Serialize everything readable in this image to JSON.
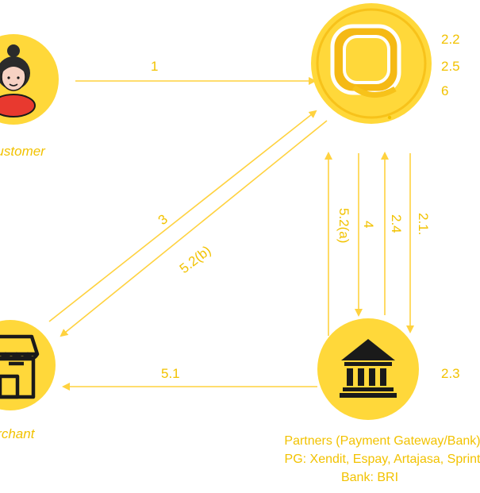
{
  "colors": {
    "accent": "#ffd23f",
    "circle_fill": "#ffd83a",
    "label": "#f2c200",
    "icon_dark": "#1a1a1a",
    "customer_shirt": "#e8392f",
    "platform_ring": "#f7c21a"
  },
  "nodes": {
    "customer": {
      "label": "Customer",
      "icon": "customer-avatar-icon"
    },
    "platform": {
      "icon": "platform-logo-icon",
      "steps": [
        "2.2",
        "2.5",
        "6"
      ]
    },
    "merchant": {
      "label": "Merchant",
      "icon": "storefront-icon"
    },
    "partners": {
      "icon": "bank-icon",
      "step": "2.3",
      "caption": [
        "Partners (Payment Gateway/Bank)",
        "PG: Xendit, Espay, Artajasa, Sprint",
        "Bank: BRI"
      ]
    }
  },
  "edges": {
    "customer_to_platform": "1",
    "merchant_to_platform": "3",
    "platform_to_merchant": "5.2(b)",
    "platform_to_partner_a": "5.2(a)",
    "platform_to_partner_4": "4",
    "partner_to_platform": "2.4",
    "platform_to_partner_21": "2.1.",
    "partner_to_merchant": "5.1"
  }
}
